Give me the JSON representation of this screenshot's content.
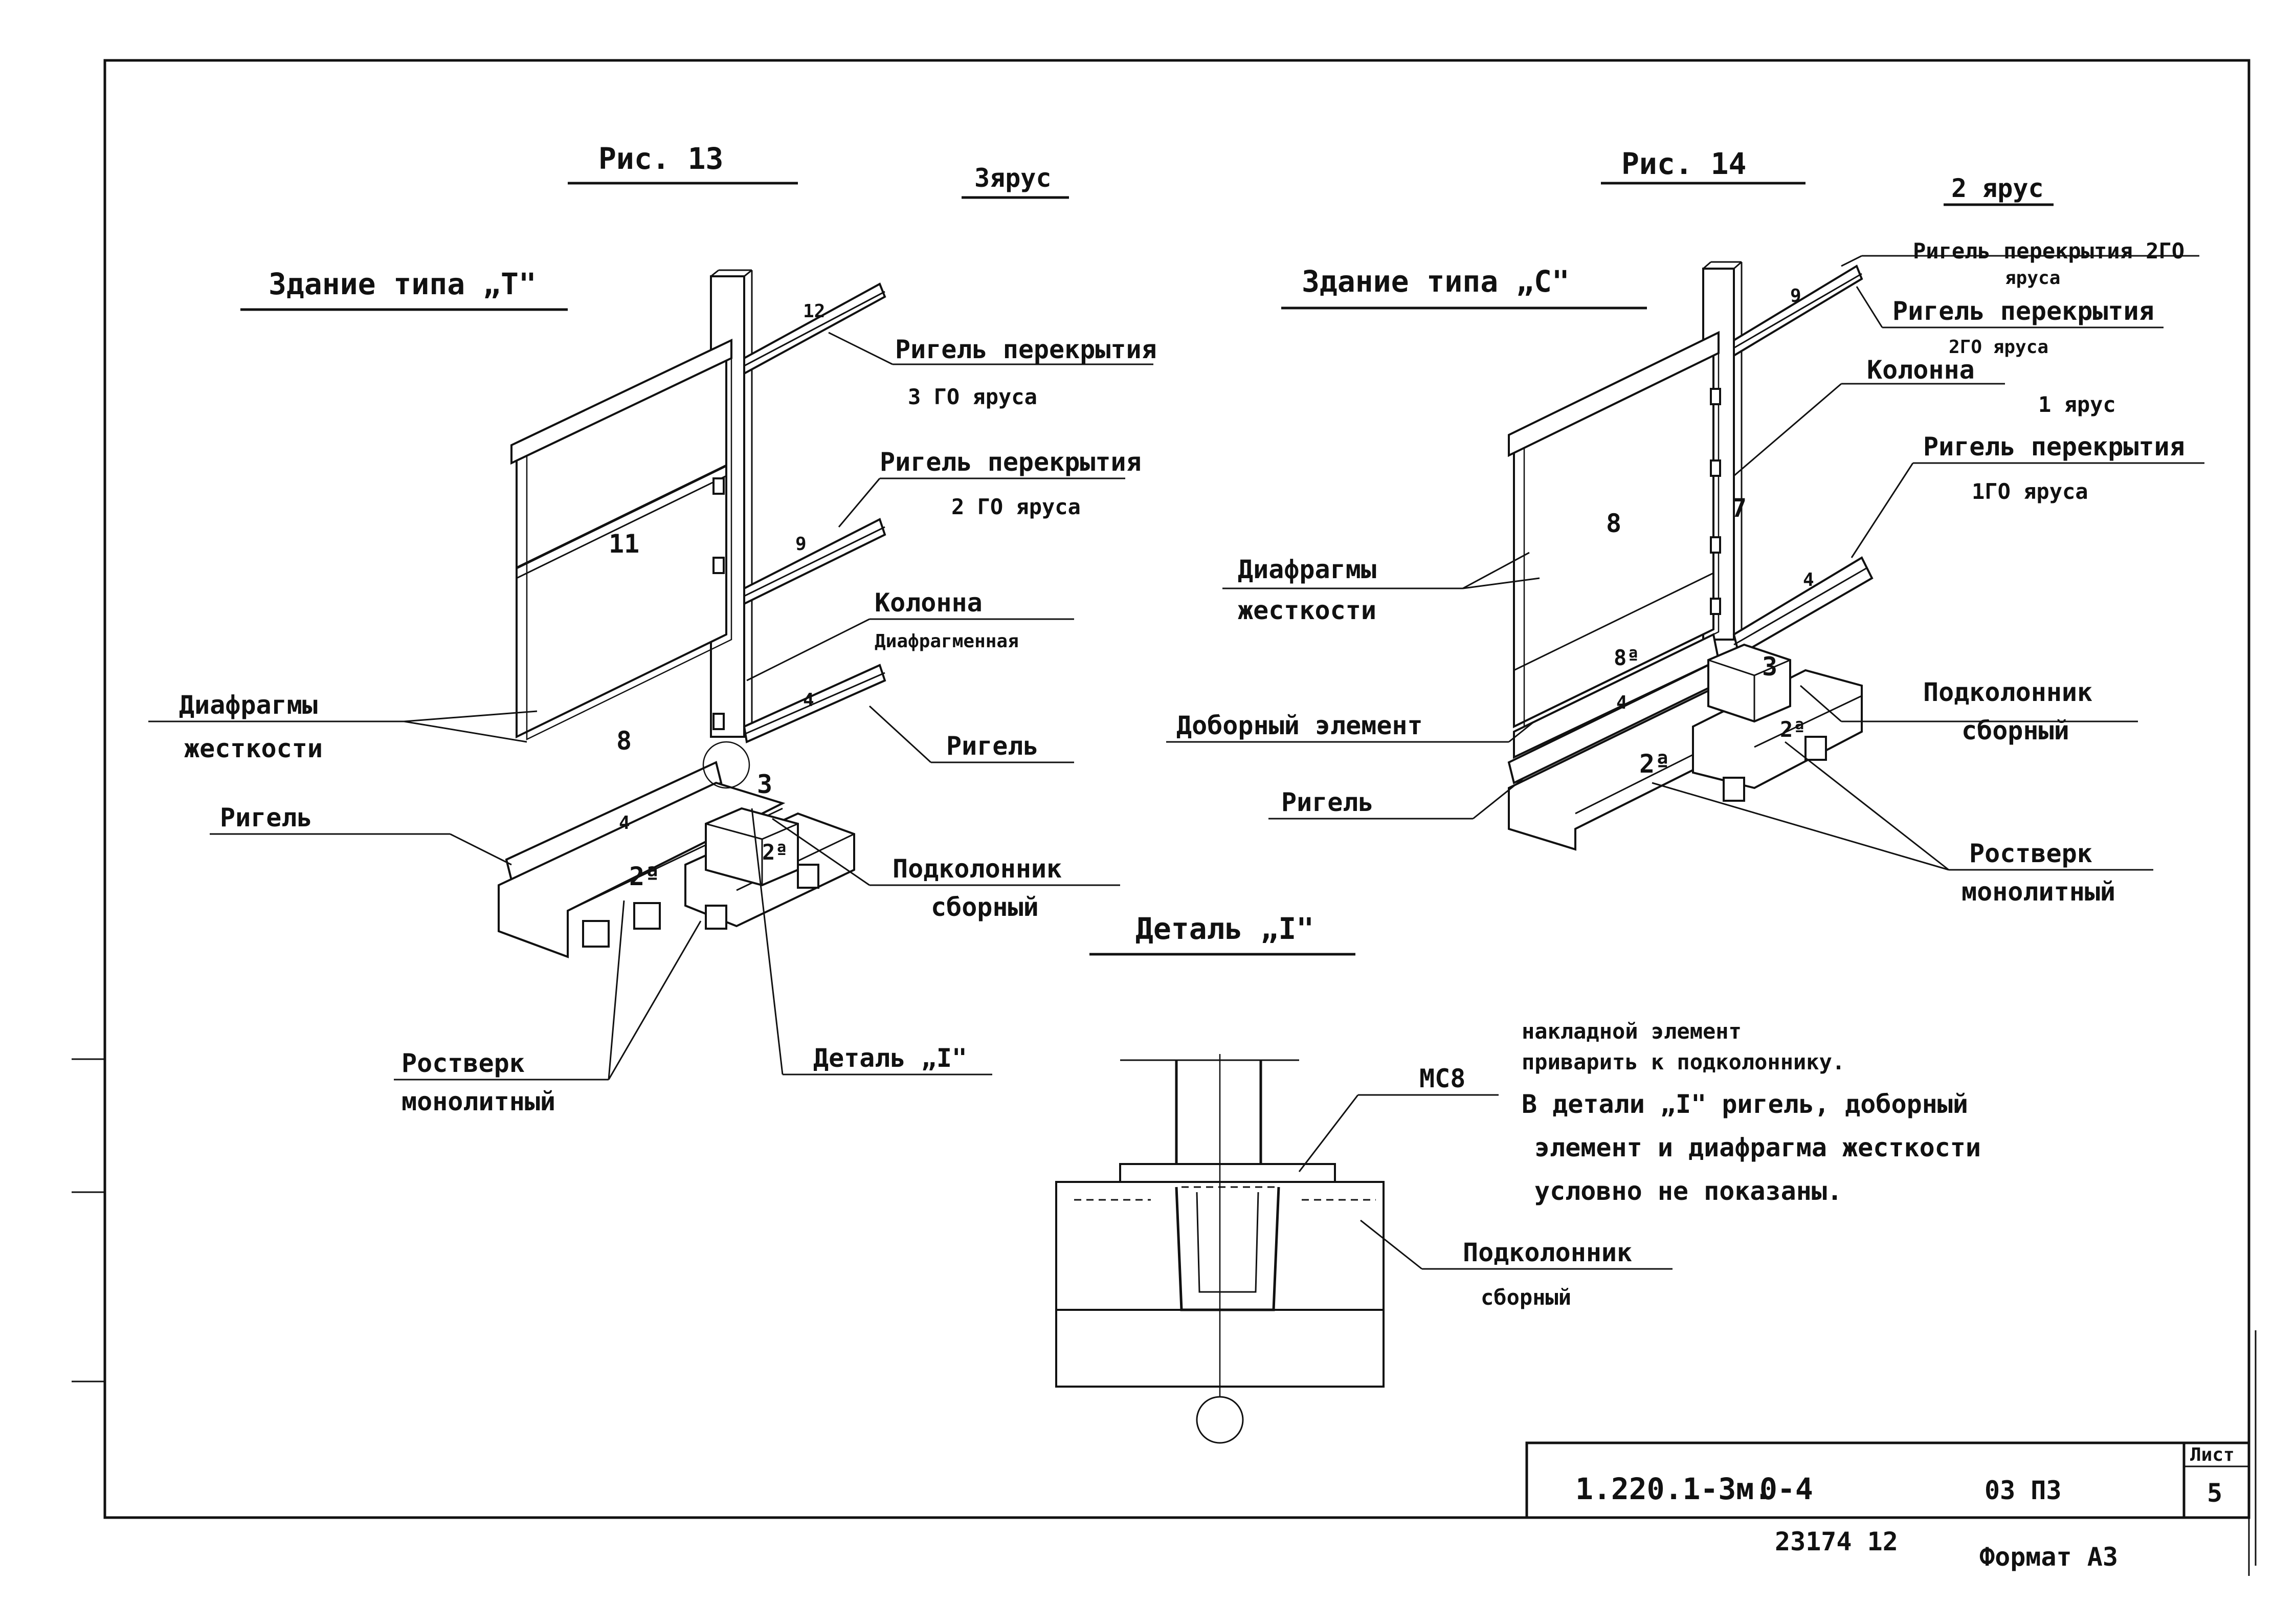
{
  "fig13": {
    "title": "Рис. 13",
    "tier": "3ярус",
    "building": "Здание типа „Т\"",
    "labels": {
      "rigel_3_line1": "Ригель перекрытия",
      "rigel_3_line2": "3 ГО яруса",
      "rigel_2_line1": "Ригель перекрытия",
      "rigel_2_line2": "2 ГО яруса",
      "column_line1": "Колонна",
      "column_line2": "Диафрагменная",
      "rigel_right": "Ригель",
      "diaphragm_line1": "Диафрагмы",
      "diaphragm_line2": "жесткости",
      "rigel_left": "Ригель",
      "podkolonnik_line1": "Подколонник",
      "podkolonnik_line2": "сборный",
      "rostverk_line1": "Ростверк",
      "rostverk_line2": "монолитный",
      "detail_ref": "Деталь „I\""
    },
    "marks": {
      "m12": "12",
      "m11": "11",
      "m9": "9",
      "m8": "8",
      "m4": "4",
      "m4b": "4",
      "m3": "3",
      "m2a": "2ª",
      "m2a2": "2ª"
    }
  },
  "fig14": {
    "title": "Рис. 14",
    "tier": "2 ярус",
    "building": "Здание типа „С\"",
    "labels": {
      "rigel_2_line1": "Ригель перекрытия 2ГО",
      "rigel_2_line2": "яруса",
      "rigel_2b_line1": "Ригель перекрытия",
      "rigel_2b_line2": "2ГО яруса",
      "column": "Колонна",
      "tier1": "1 ярус",
      "rigel_1_line1": "Ригель перекрытия",
      "rigel_1_line2": "1ГО яруса",
      "diaphragm_line1": "Диафрагмы",
      "diaphragm_line2": "жесткости",
      "dobor": "Доборный элемент",
      "rigel_left": "Ригель",
      "podkolonnik_line1": "Подколонник",
      "podkolonnik_line2": "сборный",
      "rostverk_line1": "Ростверк",
      "rostverk_line2": "монолитный"
    },
    "marks": {
      "m9": "9",
      "m8": "8",
      "m7": "7",
      "m8a": "8ª",
      "m4": "4",
      "m4b": "4",
      "m3": "3",
      "m2a": "2ª",
      "m2a2": "2ª"
    }
  },
  "detail": {
    "title": "Деталь „I\"",
    "mark": "МС8",
    "note1": "накладной элемент",
    "note2": "приварить к подколоннику.",
    "note3": "В детали „I\"  ригель, доборный",
    "note4": "элемент  и диафрагма  жесткости",
    "note5": "условно  не показаны.",
    "podkolonnik_line1": "Подколонник",
    "podkolonnik_line2": "сборный"
  },
  "stamp": {
    "code": "1.220.1-3м.",
    "issue": "0-4",
    "sheet_code": "03 ПЗ",
    "list_label": "Лист",
    "list_number": "5"
  },
  "footer": {
    "inventory": "23174  12",
    "format": "Формат А3"
  }
}
